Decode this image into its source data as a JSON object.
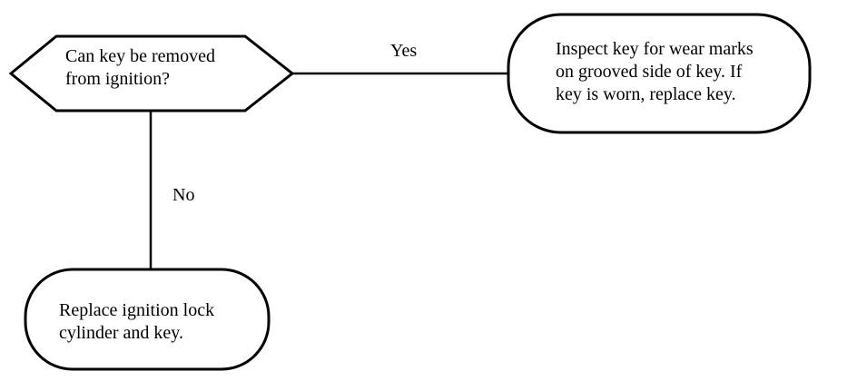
{
  "flowchart": {
    "decision": {
      "lines": [
        "Can key be removed",
        "from ignition?"
      ]
    },
    "yes_branch": {
      "label": "Yes",
      "action": {
        "lines": [
          "Inspect key for wear marks",
          "on grooved side of key. If",
          "key is worn, replace key."
        ]
      }
    },
    "no_branch": {
      "label": "No",
      "action": {
        "lines": [
          "Replace ignition lock",
          "cylinder and key."
        ]
      }
    }
  },
  "colors": {
    "stroke": "#000000",
    "background": "#ffffff"
  }
}
